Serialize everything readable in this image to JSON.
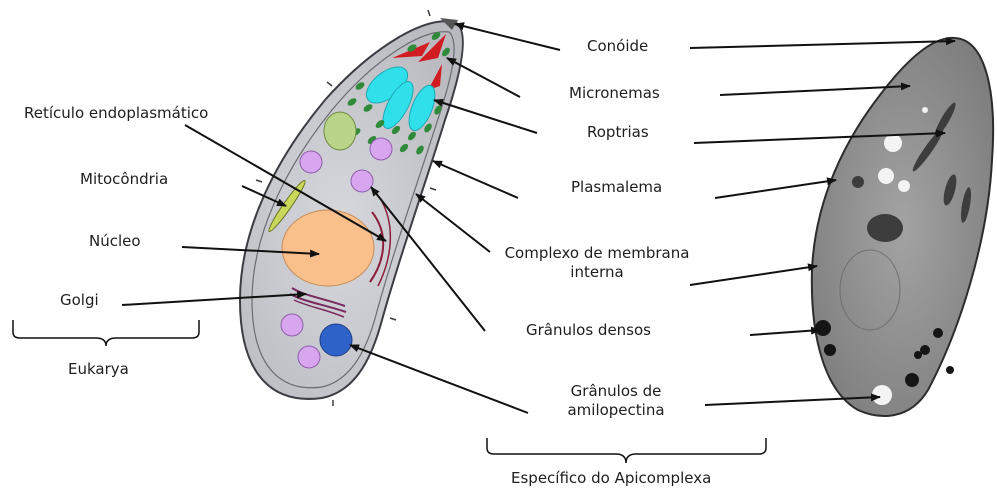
{
  "labels": {
    "conoide": "Conóide",
    "micronemas": "Micronemas",
    "roptrias": "Roptrias",
    "plasmalema": "Plasmalema",
    "complexo_line1": "Complexo de membrana",
    "complexo_line2": "interna",
    "granulos_densos": "Grânulos densos",
    "amilopectina_line1": "Grânulos de",
    "amilopectina_line2": "amilopectina",
    "reticulo": "Retículo endoplasmático",
    "mitocondria": "Mitocôndria",
    "nucleo": "Núcleo",
    "golgi": "Golgi"
  },
  "brackets": {
    "eukarya": "Eukarya",
    "apicomplexa": "Específico do Apicomplexa"
  },
  "colors": {
    "cell_fill": "#c9cacf",
    "cell_outline": "#3c3c44",
    "nucleus": "#f9c08c",
    "rhoptry": "#2fe0ea",
    "microneme": "#2f8a3a",
    "conoid_red": "#d11d22",
    "dense_granule": "#d7a6ef",
    "amylopectin": "#2f62c8",
    "golgi": "#7a2a5e",
    "mitochondria": "#c9d85a",
    "em_background": "#8e8e8e"
  }
}
